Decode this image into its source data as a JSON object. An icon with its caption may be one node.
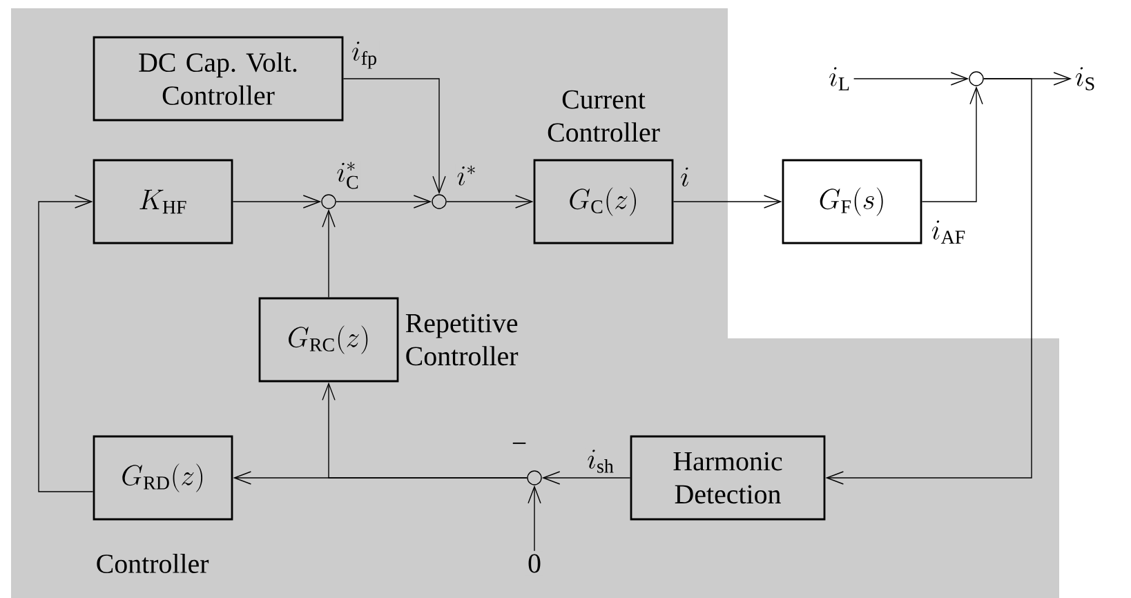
{
  "diagram": {
    "nodes": [
      {
        "text": [
          "Controller"
        ]
      },
      {
        "text": [
          "DC Cap. Volt. Controller"
        ],
        "in": 0
      },
      {
        "text": [
          "K_{\\mathrm{HF}}"
        ],
        "in": 0
      },
      {
        "text": [],
        "shape": "circle",
        "in": 0
      },
      {
        "text": [],
        "shape": "circle",
        "in": 0
      },
      {
        "text": [
          "Current Controller",
          "G_{\\mathrm{C}}(z)"
        ],
        "in": 0
      },
      {
        "text": [
          "G_{\\mathrm{RC}}(z)",
          "Repetitive Controller"
        ],
        "in": 0
      },
      {
        "text": [
          "G_{\\mathrm{RD}}(z)"
        ],
        "in": 0
      },
      {
        "text": [],
        "shape": "circle",
        "in": 0
      },
      {
        "text": [
          "Harmonic Detection"
        ],
        "in": 0
      },
      {
        "text": [
          "0"
        ],
        "in": 0
      },
      {
        "text": [
          "G_{\\mathrm{F}}(s)"
        ]
      },
      {
        "text": [],
        "shape": "circle"
      },
      {
        "text": [
          "i_{\\mathrm{L}}"
        ]
      },
      {
        "text": [
          "i_{\\mathrm{S}}"
        ]
      }
    ],
    "edges": [
      {
        "from": 1,
        "to": 4,
        "arrow": "to",
        "label": "i_{\\mathrm{fp}}"
      },
      {
        "from": 2,
        "to": 3,
        "arrow": "to"
      },
      {
        "from": 3,
        "to": 4,
        "arrow": "to",
        "label": "i^{*}_{\\mathrm{C}}"
      },
      {
        "from": 4,
        "to": 5,
        "arrow": "to",
        "label": "i^{*}"
      },
      {
        "from": 5,
        "to": 11,
        "arrow": "to",
        "label": "i"
      },
      {
        "from": 11,
        "to": 12,
        "arrow": "to",
        "label": "i_{\\mathrm{AF}}"
      },
      {
        "from": 13,
        "to": 12,
        "arrow": "to"
      },
      {
        "from": 12,
        "to": 14,
        "arrow": "to"
      },
      {
        "from": 12,
        "to": 9,
        "arrow": "to"
      },
      {
        "from": 9,
        "to": 8,
        "arrow": "to",
        "label": "i_{\\mathrm{sh}}"
      },
      {
        "from": 10,
        "to": 8,
        "arrow": "to"
      },
      {
        "from": 8,
        "to": 7,
        "arrow": "to"
      },
      {
        "from": 8,
        "to": 6,
        "arrow": "to"
      },
      {
        "from": 6,
        "to": 3,
        "arrow": "to"
      },
      {
        "from": 7,
        "to": 2,
        "arrow": "to"
      }
    ],
    "labels": [
      "−"
    ]
  }
}
